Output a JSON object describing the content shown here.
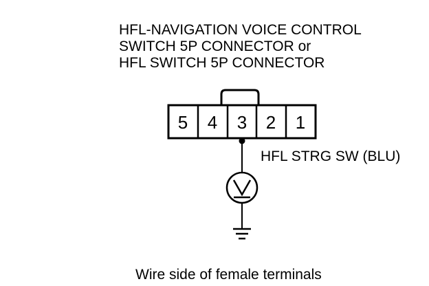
{
  "title_lines": [
    "HFL-NAVIGATION VOICE CONTROL",
    "SWITCH 5P CONNECTOR or",
    "HFL SWITCH 5P CONNECTOR"
  ],
  "connector": {
    "terminals": [
      "5",
      "4",
      "3",
      "2",
      "1"
    ],
    "probed_terminal": "3"
  },
  "wire_label": "HFL STRG SW (BLU)",
  "meter_symbol": "V",
  "caption": "Wire side of female terminals"
}
